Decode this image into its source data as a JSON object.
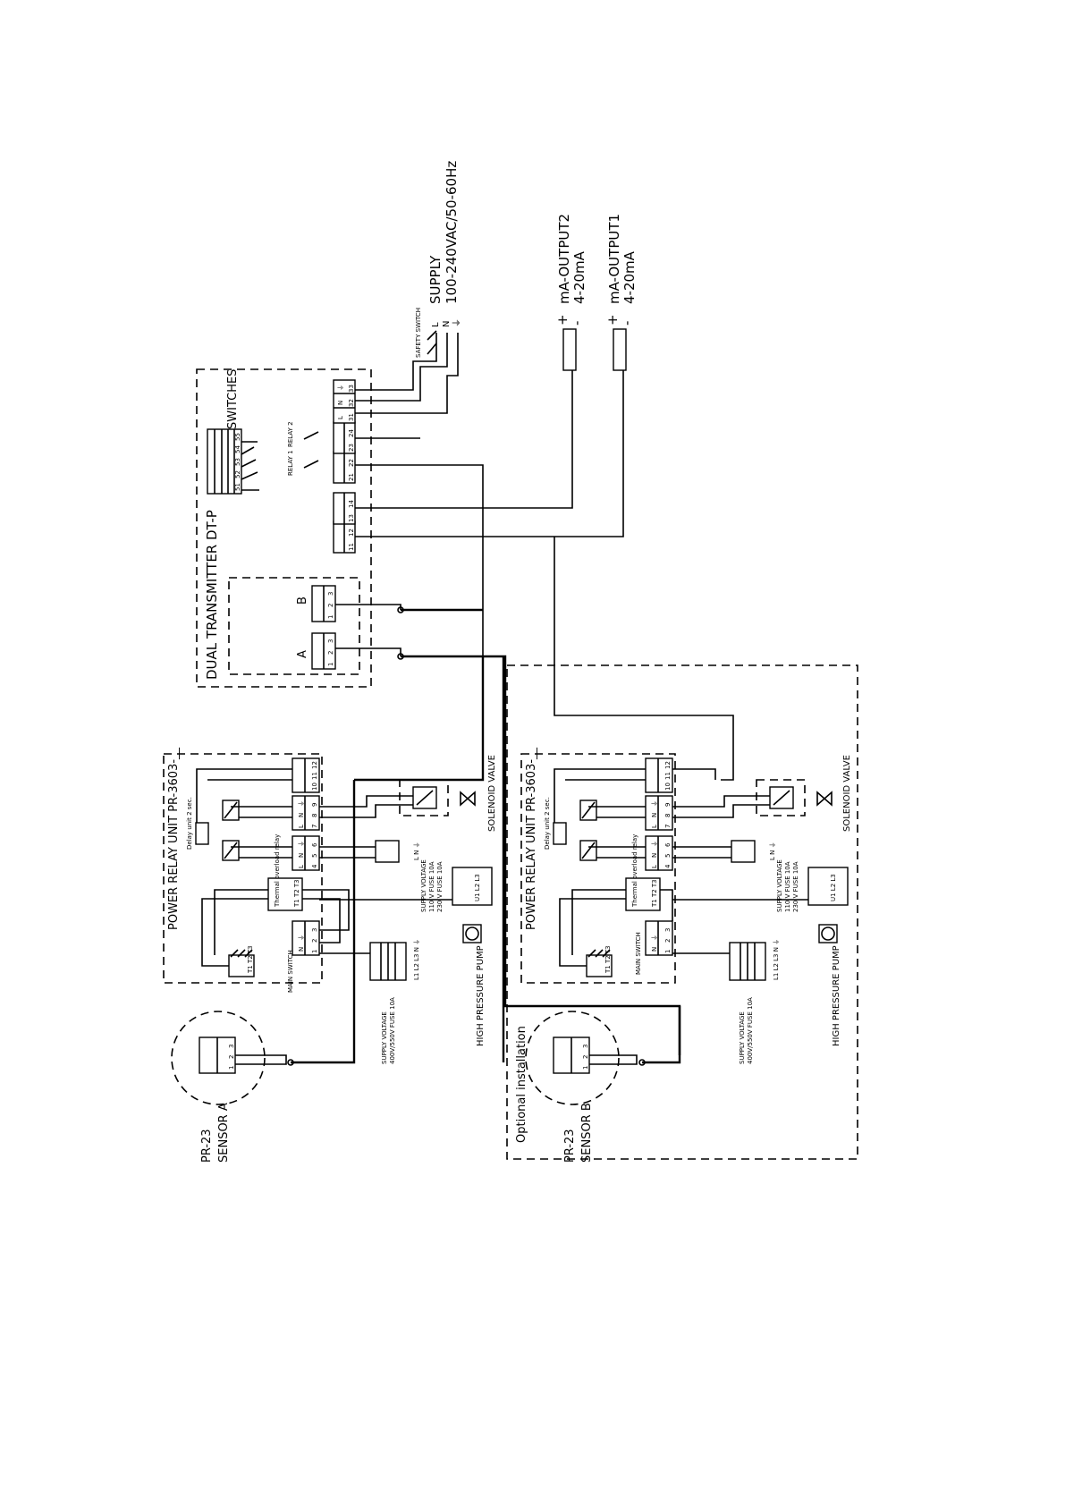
{
  "transmitter": {
    "title": "DUAL TRANSMITTER DT-P",
    "switches_label": "SWITCHES",
    "switch_terminals": [
      "51",
      "52",
      "53",
      "54",
      "55"
    ],
    "relay1_label": "RELAY 1",
    "relay2_label": "RELAY 2",
    "input_a": "A",
    "input_b": "B",
    "input_terminals": [
      "1",
      "2",
      "3"
    ],
    "terminal_pairs": [
      [
        "11",
        "12"
      ],
      [
        "13",
        "14"
      ],
      [
        "21",
        "22"
      ],
      [
        "23",
        "24"
      ]
    ],
    "supply_terminals": [
      "31",
      "32",
      "33"
    ],
    "supply_terminal_marks": [
      "L",
      "N",
      "⏚"
    ]
  },
  "supply": {
    "safety_switch": "SAFETY SWITCH",
    "marks": [
      "L",
      "N",
      "⏚"
    ],
    "label": "SUPPLY",
    "voltage": "100-240VAC/50-60Hz"
  },
  "outputs": [
    {
      "signs": [
        "+",
        "-"
      ],
      "name": "mA-OUTPUT2",
      "range": "4-20mA"
    },
    {
      "signs": [
        "+",
        "-"
      ],
      "name": "mA-OUTPUT1",
      "range": "4-20mA"
    }
  ],
  "relay_units": [
    {
      "title": "POWER RELAY UNIT PR-3603-__",
      "delay_unit": "Delay unit 2 sec.",
      "thermal": "Thermal overload relay",
      "thermal_terminals": "T1 T2 T3",
      "contactor_terminals": "T1 T2 T3",
      "term_10_12": [
        "10",
        "11",
        "12"
      ],
      "term_7_9": [
        "7",
        "8",
        "9"
      ],
      "term_4_6": [
        "4",
        "5",
        "6"
      ],
      "term_1_3": [
        "1",
        "2",
        "3"
      ],
      "term_marks_lnp": [
        "L",
        "N",
        "⏚"
      ],
      "term_marks_npe": [
        "N",
        "⏚"
      ],
      "main_switch": "MAIN SWITCH",
      "solenoid_valve": "SOLENOID VALVE",
      "supply_small": [
        "SUPPLY VOLTAGE",
        "110 V FUSE 10A",
        "230 V FUSE 10A"
      ],
      "small_marks": "L N ⏚",
      "high_pressure_pump": "HIGH PRESSURE PUMP",
      "pump_terminals": "U1 L2 L3",
      "supply_large": [
        "SUPPLY VOLTAGE",
        "400V/550V FUSE 10A"
      ],
      "large_marks": "L1 L2 L3 N ⏚"
    },
    {
      "title": "POWER RELAY UNIT PR-3603-__",
      "delay_unit": "Delay unit 2 sec.",
      "thermal": "Thermal overload relay",
      "thermal_terminals": "T1 T2 T3",
      "contactor_terminals": "T1 T2 T3",
      "term_10_12": [
        "10",
        "11",
        "12"
      ],
      "term_7_9": [
        "7",
        "8",
        "9"
      ],
      "term_4_6": [
        "4",
        "5",
        "6"
      ],
      "term_1_3": [
        "1",
        "2",
        "3"
      ],
      "term_marks_lnp": [
        "L",
        "N",
        "⏚"
      ],
      "term_marks_npe": [
        "N",
        "⏚"
      ],
      "main_switch": "MAIN SWITCH",
      "solenoid_valve": "SOLENOID VALVE",
      "supply_small": [
        "SUPPLY VOLTAGE",
        "110 V FUSE 10A",
        "230 V FUSE 10A"
      ],
      "small_marks": "L N ⏚",
      "high_pressure_pump": "HIGH PRESSURE PUMP",
      "pump_terminals": "U1 L2 L3",
      "supply_large": [
        "SUPPLY VOLTAGE",
        "400V/550V FUSE 10A"
      ],
      "large_marks": "L1 L2 L3 N ⏚"
    }
  ],
  "sensors": [
    {
      "model": "PR-23",
      "name": "SENSOR A",
      "terminals": [
        "1",
        "2",
        "3"
      ]
    },
    {
      "model": "PR-23",
      "name": "SENSOR B",
      "terminals": [
        "1",
        "2",
        "3"
      ]
    }
  ],
  "optional_label": "Optional installation",
  "icons": {
    "pump": "pump-motor-icon",
    "valve": "solenoid-valve-icon",
    "ground": "ground-icon",
    "contact": "relay-contact-icon"
  }
}
